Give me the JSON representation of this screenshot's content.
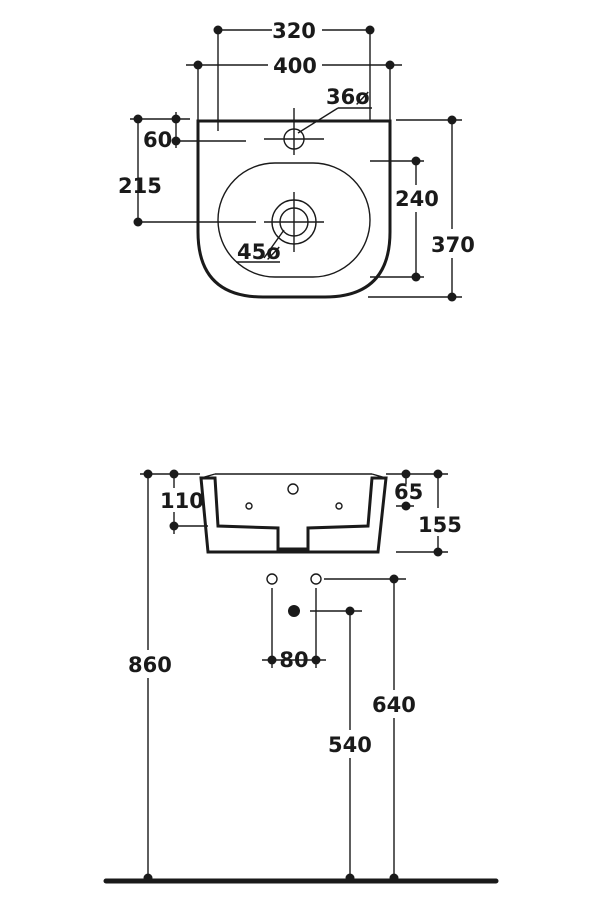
{
  "top_view": {
    "width_320": "320",
    "width_400": "400",
    "tap_hole_diameter": "36ø",
    "tap_hole_offset": "60",
    "waste_offset": "215",
    "bowl_depth": "240",
    "overall_depth": "370",
    "waste_diameter": "45ø"
  },
  "side_view": {
    "height_110": "110",
    "height_65": "65",
    "height_155": "155",
    "pipe_spacing": "80",
    "floor_to_top": "860",
    "floor_to_waste": "540",
    "floor_to_supply": "640"
  },
  "colors": {
    "line": "#1a1a1a",
    "background": "#ffffff"
  }
}
